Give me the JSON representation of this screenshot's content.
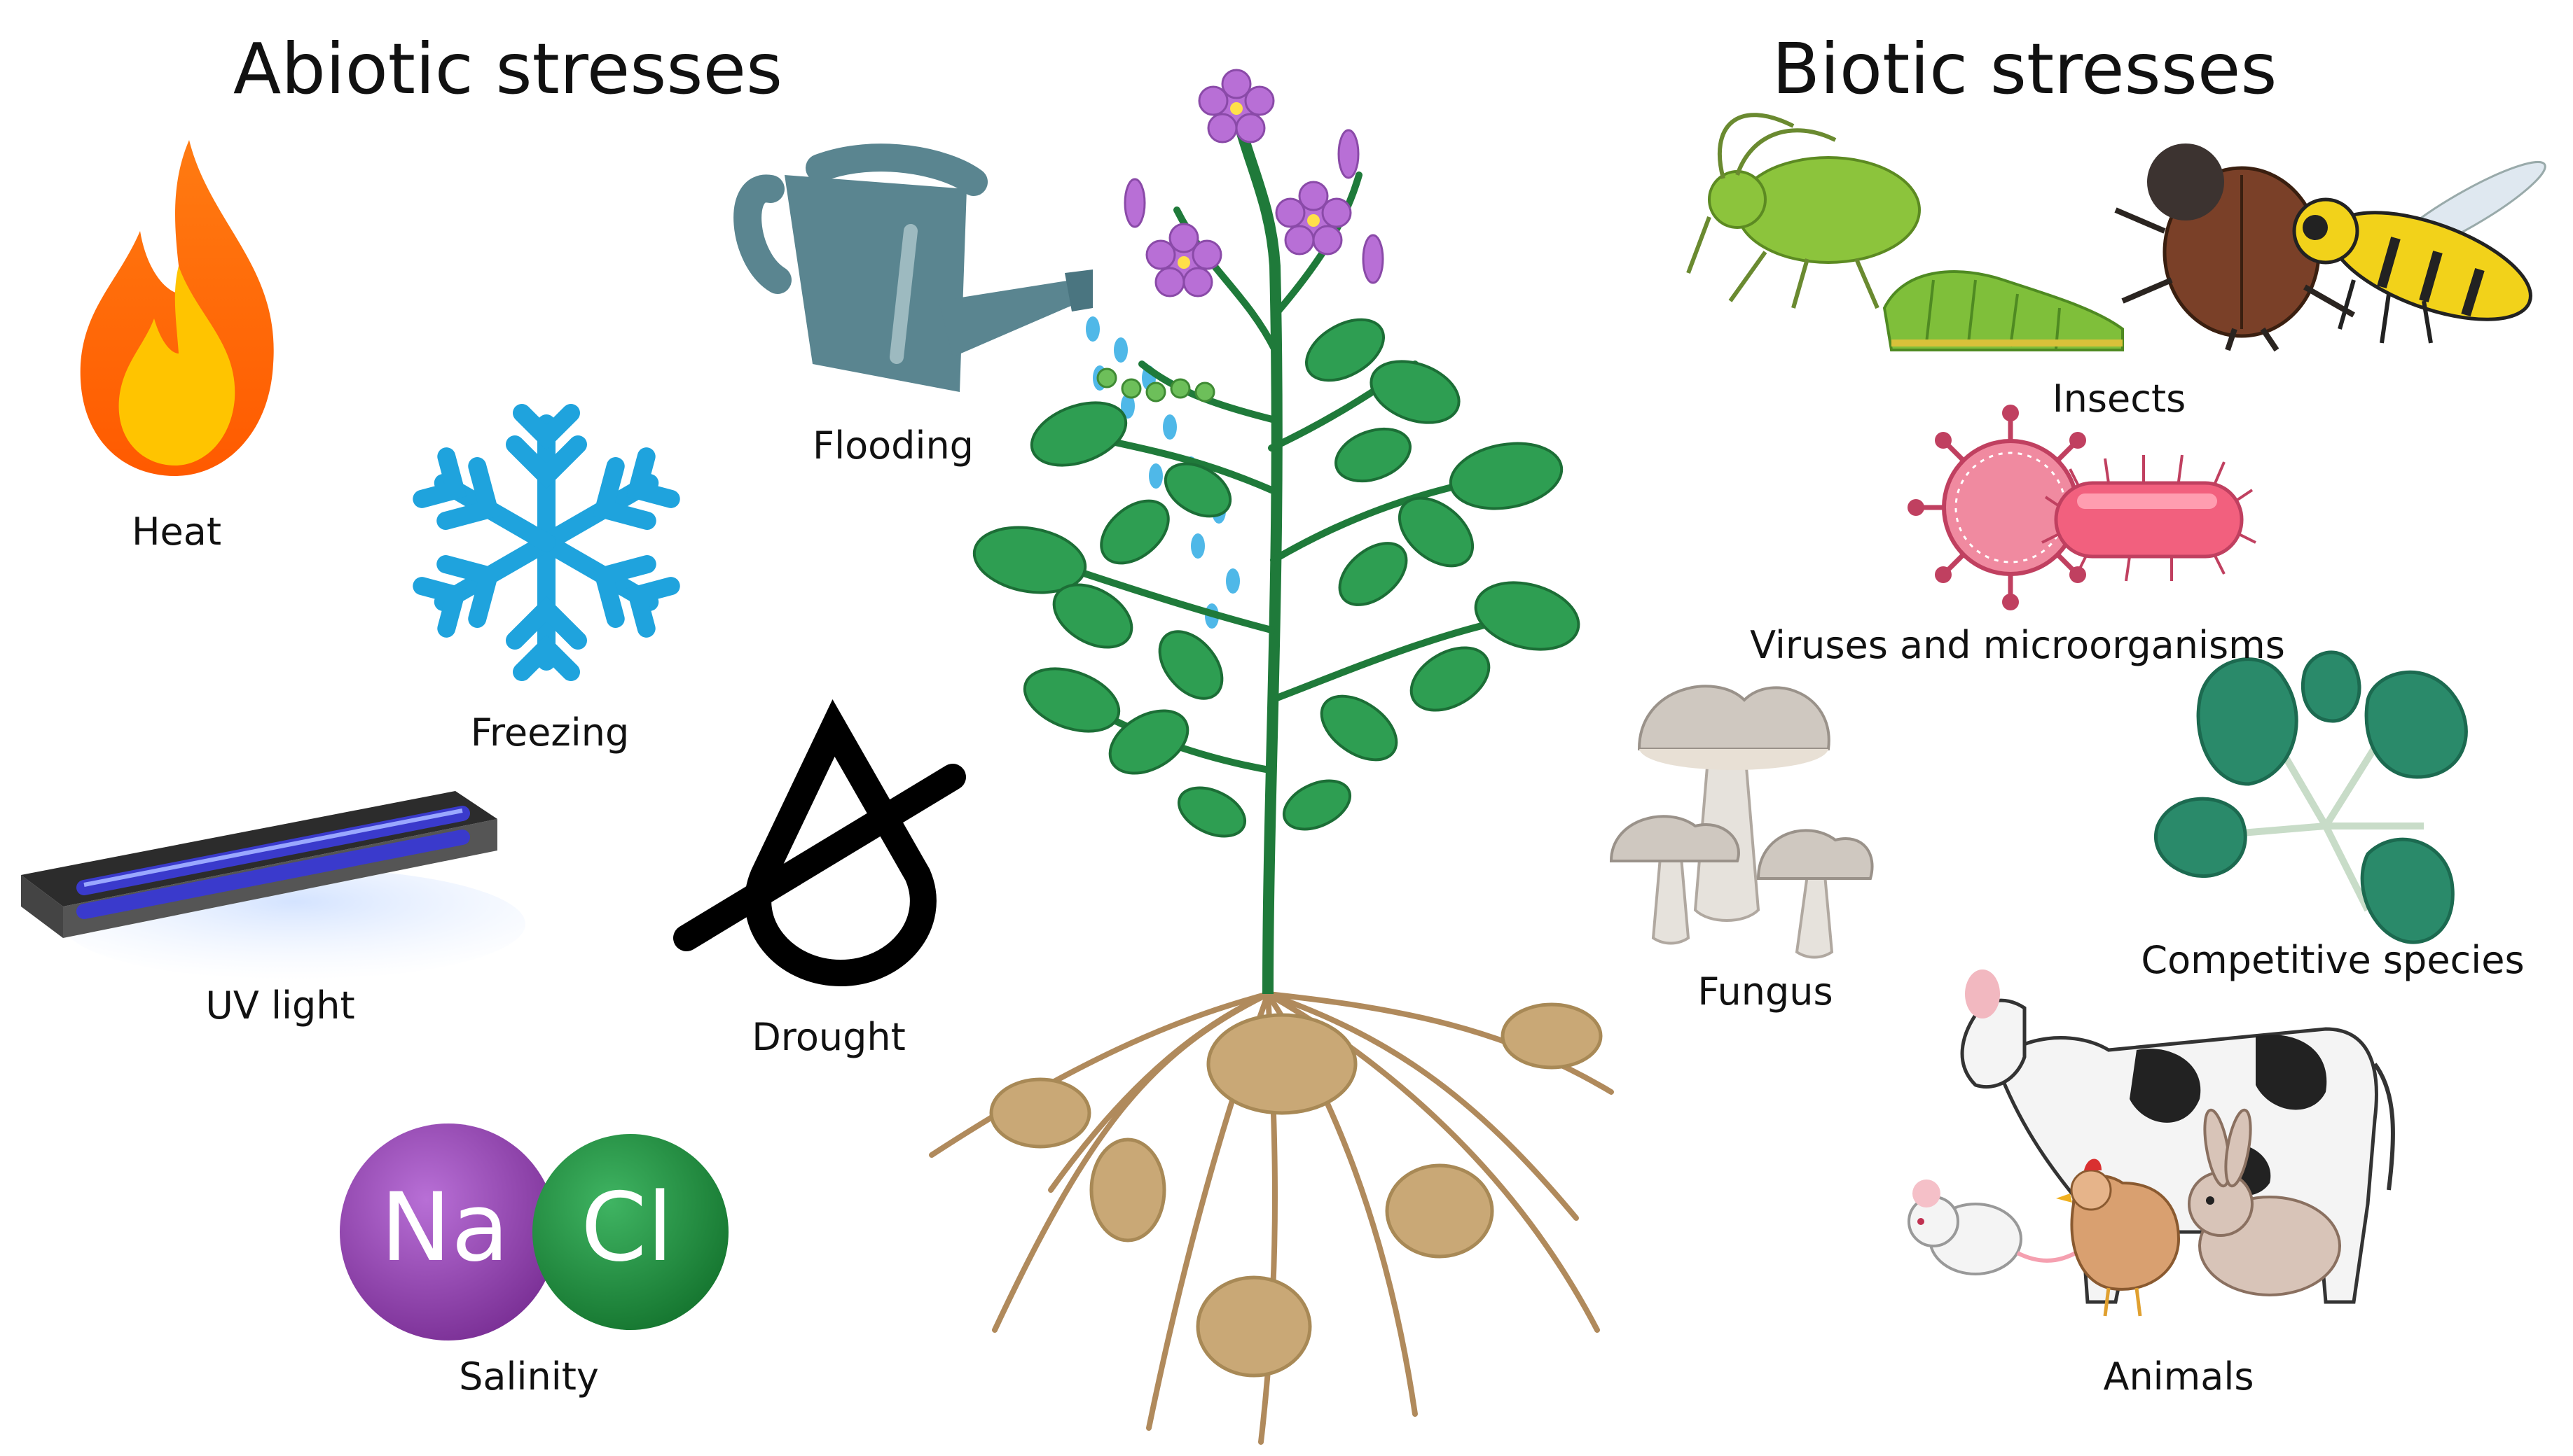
{
  "headings": {
    "abiotic": "Abiotic stresses",
    "biotic": "Biotic stresses"
  },
  "abiotic": {
    "heat": "Heat",
    "freezing": "Freezing",
    "uv_light": "UV light",
    "flooding": "Flooding",
    "drought": "Drought",
    "salinity": "Salinity",
    "na": "Na",
    "cl": "Cl"
  },
  "biotic": {
    "insects": "Insects",
    "viruses": "Viruses and microorganisms",
    "fungus": "Fungus",
    "competitive": "Competitive species",
    "animals": "Animals"
  },
  "icons": {
    "heat": "flame-icon",
    "freezing": "snowflake-icon",
    "uv_light": "uv-lamp-icon",
    "flooding": "watering-can-icon",
    "drought": "no-water-drop-icon",
    "salinity": "nacl-molecule-icon",
    "insects": "insects-icon",
    "viruses": "virus-bacteria-icon",
    "fungus": "mushroom-icon",
    "competitive": "weed-plant-icon",
    "animals": "farm-animals-icon",
    "plant": "potato-plant-icon"
  },
  "colors": {
    "leaf": "#2e9e52",
    "stem": "#1f7a3a",
    "flower": "#b86fd6",
    "tuber": "#c9a876",
    "root": "#b08a5c",
    "snow": "#1fa3dd",
    "water_can": "#5a8590",
    "drop": "#4fb8e8",
    "sodium": "#8e3ea8",
    "chloride": "#1c8a3e",
    "virus": "#f08aa0"
  }
}
